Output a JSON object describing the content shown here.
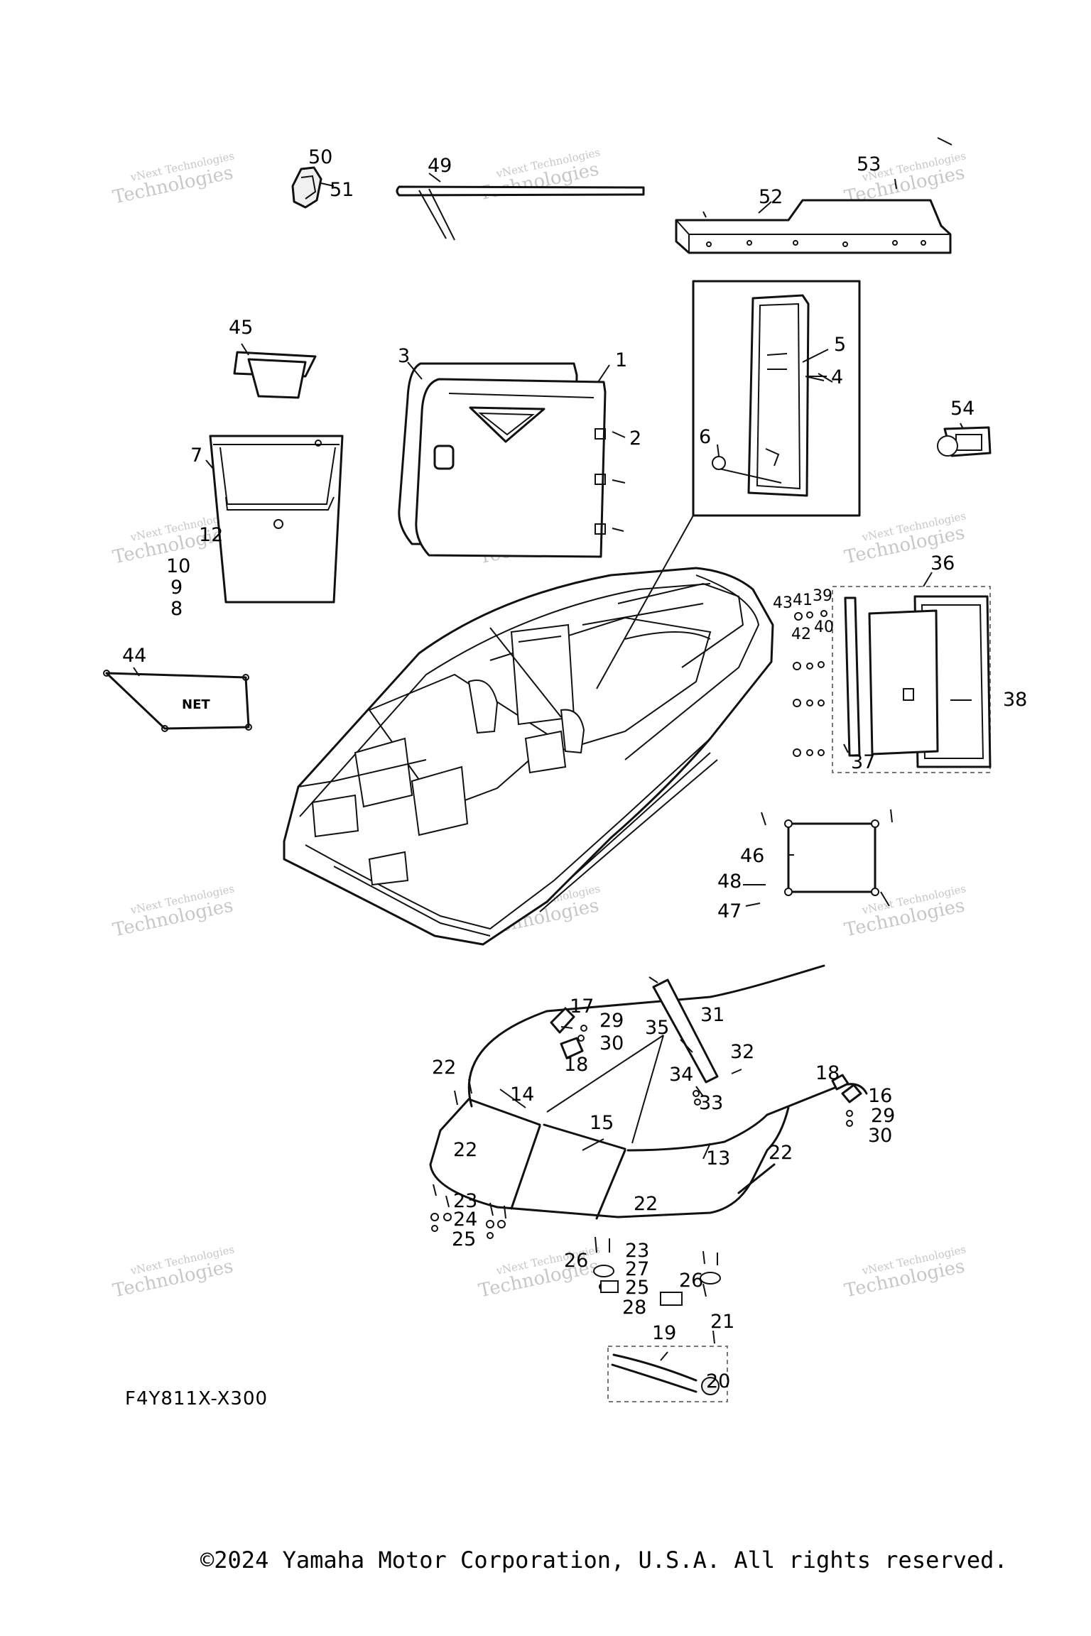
{
  "diagram_code": "F4Y811X-X300",
  "copyright": "©2024 Yamaha Motor Corporation, U.S.A. All rights reserved.",
  "watermark": {
    "line1": "vNext Technologies",
    "line2": "Technologies"
  },
  "net_label": "NET",
  "callouts": [
    "1",
    "2",
    "3",
    "4",
    "5",
    "6",
    "7",
    "8",
    "9",
    "10",
    "12",
    "13",
    "14",
    "15",
    "16",
    "17",
    "18",
    "18",
    "19",
    "20",
    "21",
    "22",
    "22",
    "22",
    "22",
    "22",
    "23",
    "23",
    "24",
    "25",
    "25",
    "26",
    "26",
    "27",
    "28",
    "29",
    "29",
    "30",
    "30",
    "31",
    "32",
    "33",
    "34",
    "35",
    "36",
    "37",
    "38",
    "39",
    "40",
    "41",
    "42",
    "43",
    "44",
    "45",
    "46",
    "47",
    "48",
    "49",
    "50",
    "51",
    "52",
    "53",
    "54"
  ]
}
